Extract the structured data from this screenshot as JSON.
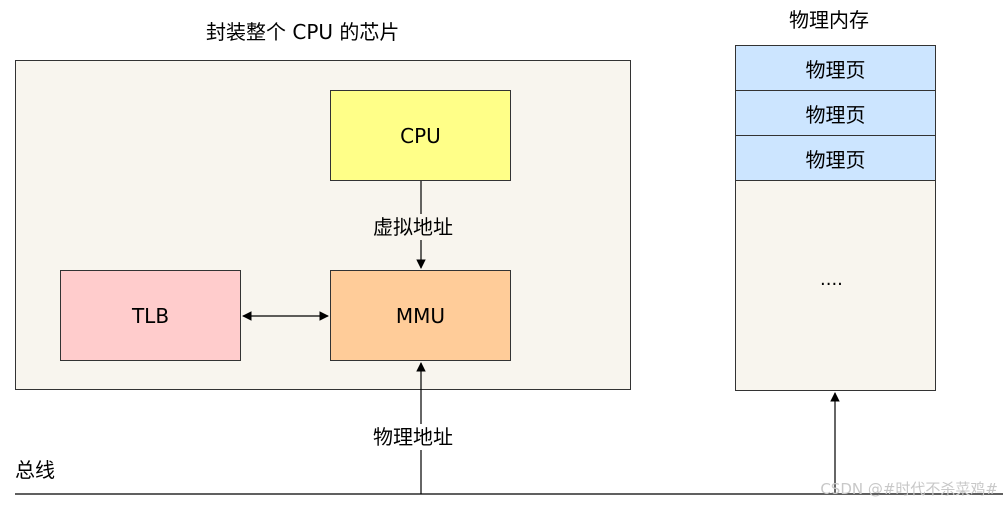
{
  "chip": {
    "title": "封装整个 CPU 的芯片",
    "cpu_label": "CPU",
    "tlb_label": "TLB",
    "mmu_label": "MMU",
    "virtual_address_label": "虚拟地址"
  },
  "memory": {
    "title": "物理内存",
    "pages": [
      "物理页",
      "物理页",
      "物理页"
    ],
    "ellipsis": "...."
  },
  "bus": {
    "label": "总线",
    "physical_address_label": "物理地址"
  },
  "watermark": "CSDN @#时代不杀菜鸡#"
}
